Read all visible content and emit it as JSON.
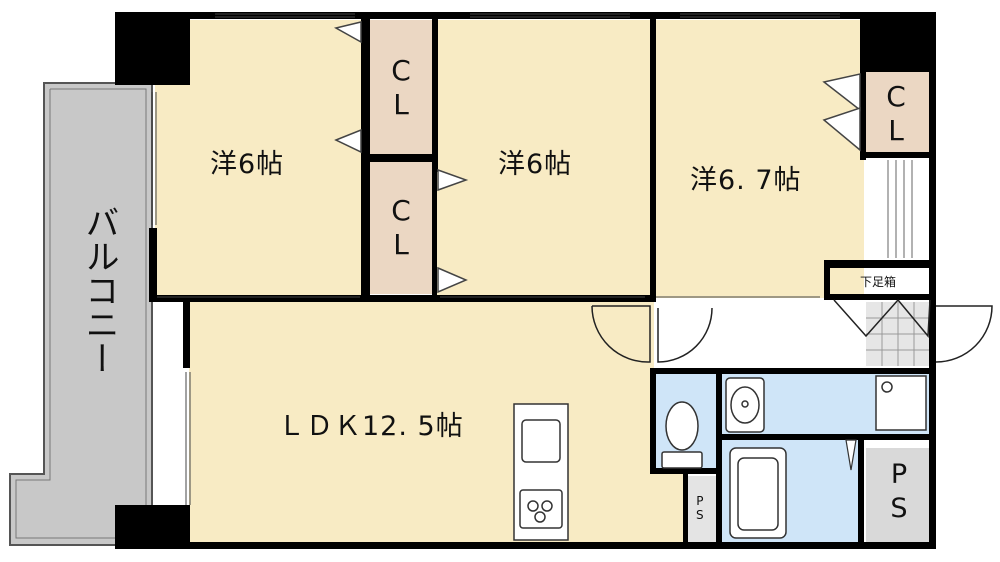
{
  "plan": {
    "rooms": {
      "room1": "洋6帖",
      "room2": "洋6帖",
      "room3": "洋6. 7帖",
      "ldk": "ＬＤＫ12. 5帖"
    },
    "balcony": "バルコニー",
    "closets": [
      "C",
      "L"
    ],
    "shoe_box": "下足箱",
    "pipe_space_large": [
      "P",
      "S"
    ],
    "pipe_space_small": [
      "P",
      "S"
    ]
  },
  "colors": {
    "room_fill": "#f8ebc4",
    "closet_fill": "#ebd7c3",
    "wet_fill": "#cfe5f8",
    "balcony_fill": "#c8c8c8",
    "wall": "#000000",
    "ps_fill": "#d9d9d9"
  }
}
